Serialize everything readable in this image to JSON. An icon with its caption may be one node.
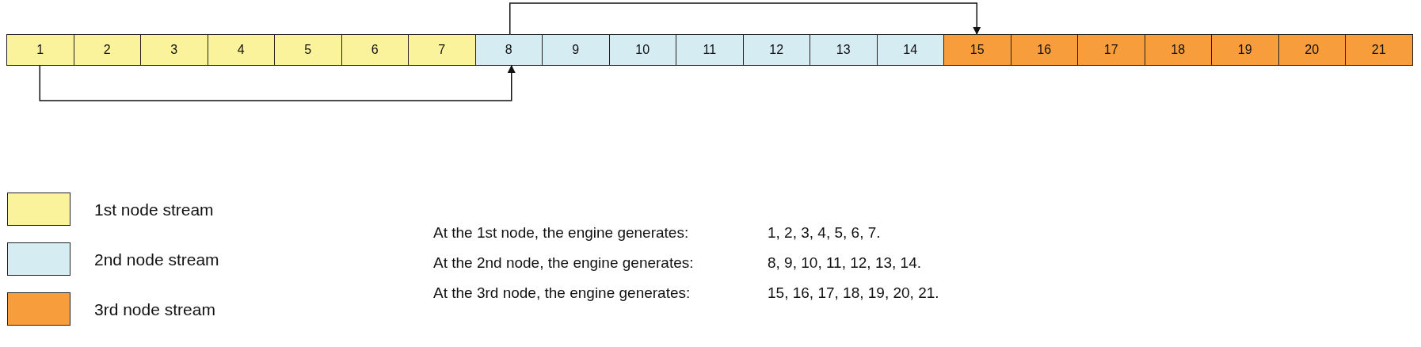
{
  "diagram": {
    "nodes": [
      {
        "text": [
          "1"
        ]
      },
      {
        "text": [
          "2"
        ]
      },
      {
        "text": [
          "3"
        ]
      },
      {
        "text": [
          "4"
        ]
      },
      {
        "text": [
          "5"
        ]
      },
      {
        "text": [
          "6"
        ]
      },
      {
        "text": [
          "7"
        ]
      },
      {
        "text": [
          "8"
        ]
      },
      {
        "text": [
          "9"
        ]
      },
      {
        "text": [
          "10"
        ]
      },
      {
        "text": [
          "11"
        ]
      },
      {
        "text": [
          "12"
        ]
      },
      {
        "text": [
          "13"
        ]
      },
      {
        "text": [
          "14"
        ]
      },
      {
        "text": [
          "15"
        ]
      },
      {
        "text": [
          "16"
        ]
      },
      {
        "text": [
          "17"
        ]
      },
      {
        "text": [
          "18"
        ]
      },
      {
        "text": [
          "19"
        ]
      },
      {
        "text": [
          "20"
        ]
      },
      {
        "text": [
          "21"
        ]
      }
    ],
    "edges": [
      {
        "from": 0,
        "to": 7,
        "arrow": "to"
      },
      {
        "from": 7,
        "to": 14,
        "arrow": "to"
      }
    ],
    "labels": [
      "At the 1st node, the engine generates:",
      "1, 2, 3, 4, 5, 6, 7.",
      "At the 2nd node, the engine generates:",
      "8, 9, 10, 11, 12, 13, 14.",
      "At the 3rd node, the engine generates:",
      "15, 16, 17, 18, 19, 20, 21."
    ],
    "legend": [
      {
        "text": "1st node stream",
        "color": "#faf39b"
      },
      {
        "text": "2nd node stream",
        "color": "#d5ecf3"
      },
      {
        "text": "3rd node stream",
        "color": "#f79d3c"
      }
    ]
  }
}
